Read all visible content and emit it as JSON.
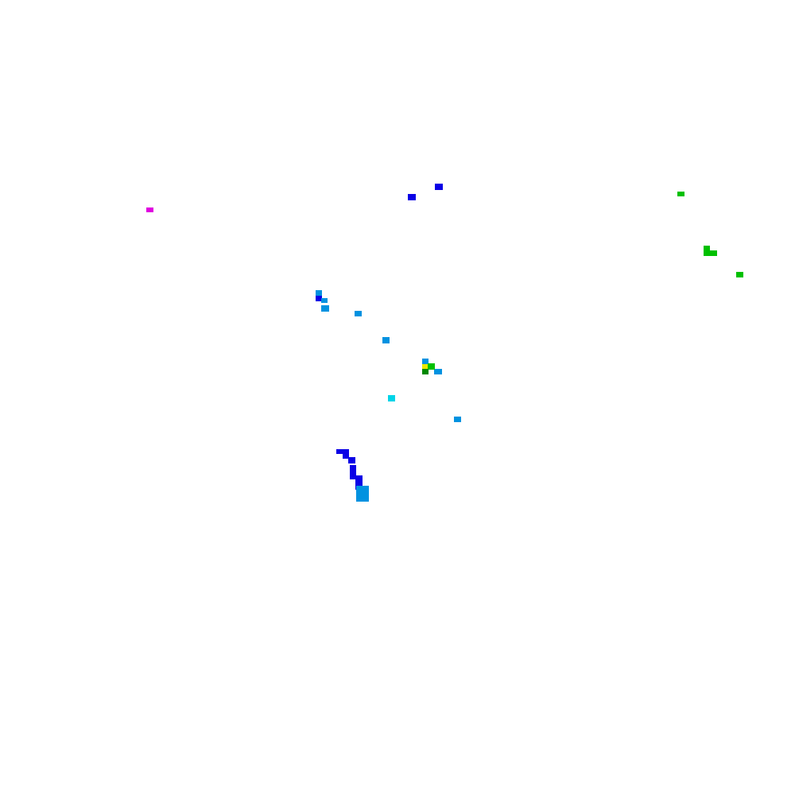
{
  "colors": {
    "background": "#ffffff",
    "magenta": "#e000e0",
    "blue": "#0a00e6",
    "sky": "#0092e0",
    "cyan": "#00d4e8",
    "green": "#00c000",
    "dark_green": "#008800",
    "yellow": "#e8e800"
  },
  "cell_groups": [
    {
      "name": "magenta-cell",
      "color": "magenta"
    },
    {
      "name": "blue-cell",
      "color": "blue"
    },
    {
      "name": "sky-cell",
      "color": "sky"
    },
    {
      "name": "cyan-cell",
      "color": "cyan"
    },
    {
      "name": "green-cell",
      "color": "green"
    },
    {
      "name": "dark-green-cell",
      "color": "dark_green"
    },
    {
      "name": "yellow-cell",
      "color": "yellow"
    }
  ]
}
